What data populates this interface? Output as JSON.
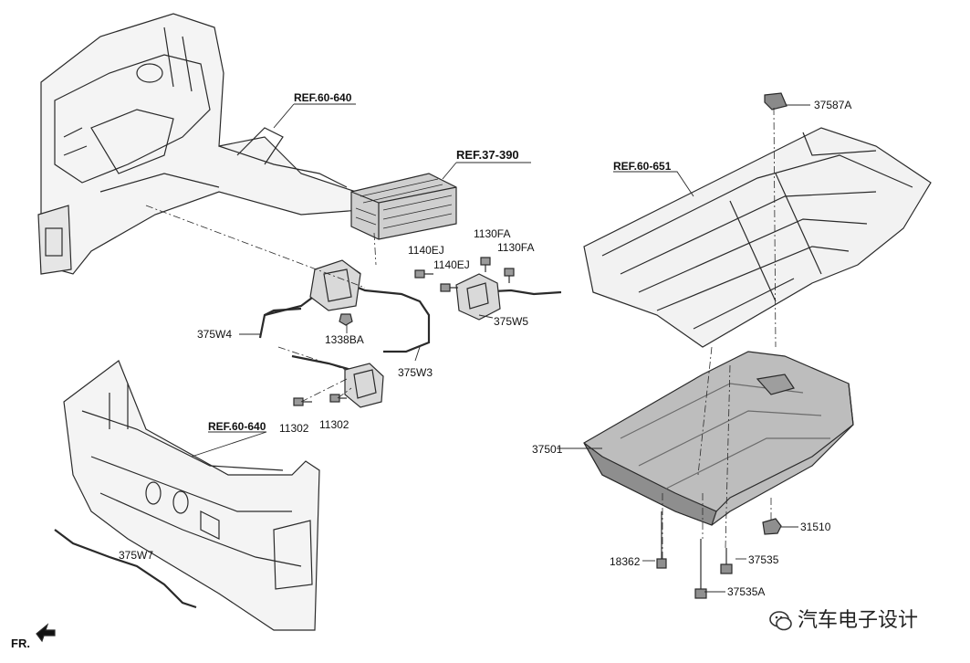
{
  "labels": {
    "ref_60_640_top": "REF.60-640",
    "ref_37_390": "REF.37-390",
    "ref_60_651": "REF.60-651",
    "ref_60_640_bottom": "REF.60-640",
    "p_37587a": "37587A",
    "p_1140ej_a": "1140EJ",
    "p_1140ej_b": "1140EJ",
    "p_1130fa_a": "1130FA",
    "p_1130fa_b": "1130FA",
    "p_375w5": "375W5",
    "p_375w4": "375W4",
    "p_1338ba": "1338BA",
    "p_375w3": "375W3",
    "p_11302_a": "11302",
    "p_11302_b": "11302",
    "p_37501": "37501",
    "p_31510": "31510",
    "p_18362": "18362",
    "p_37535": "37535",
    "p_37535a": "37535A",
    "p_375w7": "375W7",
    "fr": "FR."
  },
  "watermark": {
    "text": "汽车电子设计",
    "icon": "wechat-logo-icon"
  },
  "colors": {
    "line": "#2a2a2a",
    "fill_gray": "#bdbdbd",
    "fill_dark": "#6b6b6b"
  }
}
